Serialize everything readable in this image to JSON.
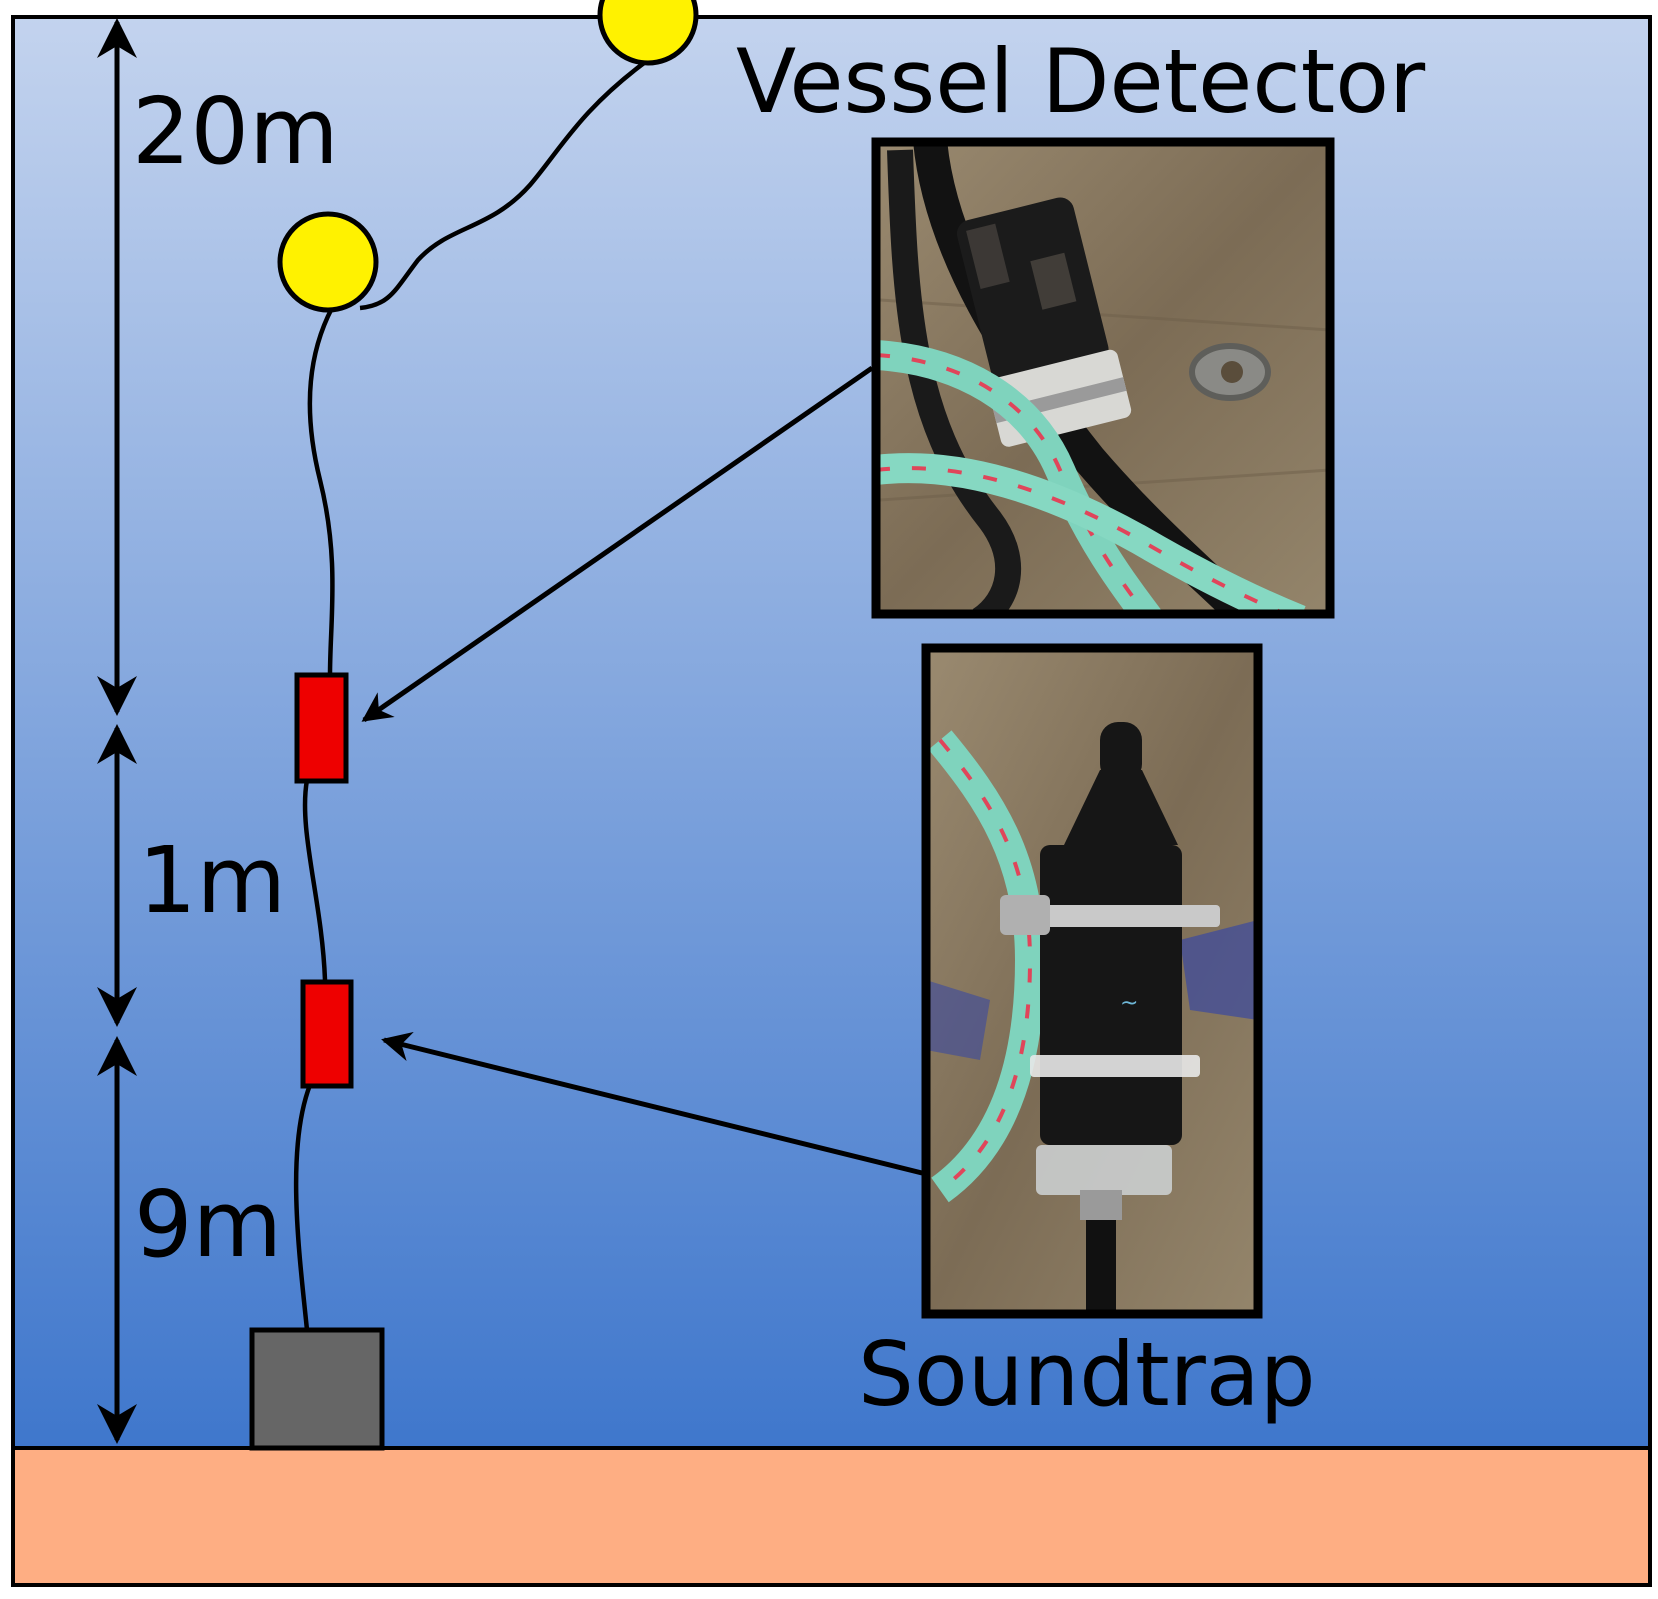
{
  "labels": {
    "vessel_detector": "Vessel Detector",
    "soundtrap": "Soundtrap",
    "depth_top": "20m",
    "depth_mid": "1m",
    "depth_bottom": "9m"
  },
  "colors": {
    "water_top": "#c3d3ee",
    "water_bottom": "#3f77cc",
    "seabed": "#feae83",
    "buoy": "#fff200",
    "instrument": "#ee0000",
    "anchor": "#666666",
    "outline": "#000000",
    "photo_bg": "#8a7a62",
    "rope": "#7fd3bd",
    "rope_stripe": "#e0455a",
    "device_black": "#161616",
    "clamp": "#c9c9c9"
  },
  "icons": {
    "buoy": "yellow-circle",
    "instrument": "red-rectangle",
    "anchor": "grey-square",
    "photo_vessel_detector": "vessel-detector-photo",
    "photo_soundtrap": "soundtrap-photo"
  }
}
